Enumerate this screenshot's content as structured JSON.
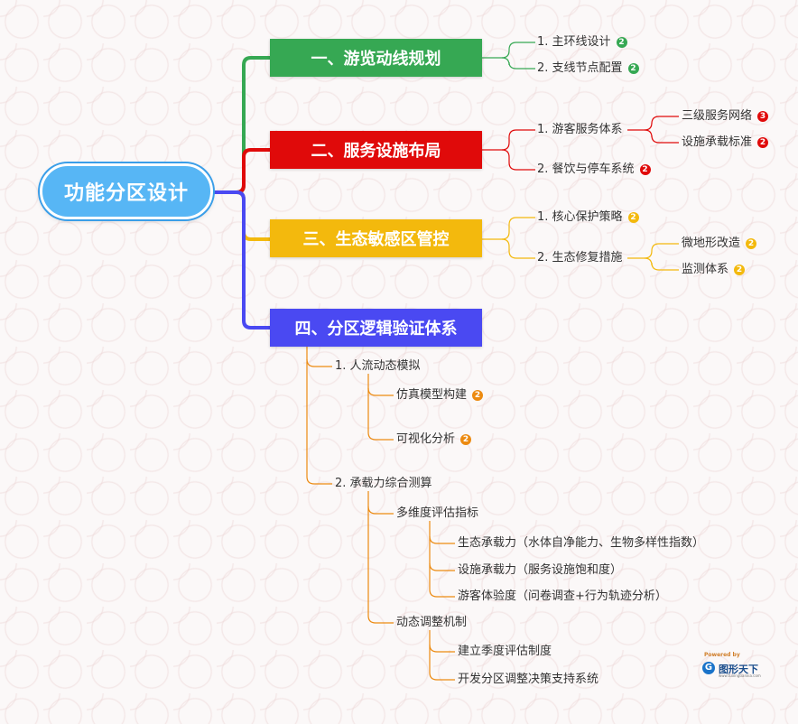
{
  "root": "功能分区设计",
  "colors": {
    "green": "#36a853",
    "red": "#e00a0a",
    "yellow": "#f3b90d",
    "purple": "#4a49f2",
    "orange": "#ec8a10",
    "root": "#57b6f5"
  },
  "branches": {
    "b1": {
      "title": "一、游览动线规划",
      "items": [
        {
          "label": "1. 主环线设计",
          "badge": "2"
        },
        {
          "label": "2. 支线节点配置",
          "badge": "2"
        }
      ]
    },
    "b2": {
      "title": "二、服务设施布局",
      "items": [
        {
          "label": "1. 游客服务体系",
          "children": [
            {
              "label": "三级服务网络",
              "badge": "3"
            },
            {
              "label": "设施承载标准",
              "badge": "2"
            }
          ]
        },
        {
          "label": "2. 餐饮与停车系统",
          "badge": "2"
        }
      ]
    },
    "b3": {
      "title": "三、生态敏感区管控",
      "items": [
        {
          "label": "1. 核心保护策略",
          "badge": "2"
        },
        {
          "label": "2. 生态修复措施",
          "children": [
            {
              "label": "微地形改造",
              "badge": "2"
            },
            {
              "label": "监测体系",
              "badge": "2"
            }
          ]
        }
      ]
    },
    "b4": {
      "title": "四、分区逻辑验证体系",
      "items": [
        {
          "label": "1. 人流动态模拟",
          "children": [
            {
              "label": "仿真模型构建",
              "badge": "2"
            },
            {
              "label": "可视化分析",
              "badge": "2"
            }
          ]
        },
        {
          "label": "2. 承载力综合测算",
          "children": [
            {
              "label": "多维度评估指标",
              "children": [
                {
                  "label": "生态承载力（水体自净能力、生物多样性指数）"
                },
                {
                  "label": "设施承载力（服务设施饱和度）"
                },
                {
                  "label": "游客体验度（问卷调查+行为轨迹分析）"
                }
              ]
            },
            {
              "label": "动态调整机制",
              "children": [
                {
                  "label": "建立季度评估制度"
                },
                {
                  "label": "开发分区调整决策支持系统"
                }
              ]
            }
          ]
        }
      ]
    }
  },
  "logo": {
    "powered": "Powered by",
    "mark": "G",
    "name": "图形天下",
    "sub": "www.tuxingtianxia.com"
  }
}
